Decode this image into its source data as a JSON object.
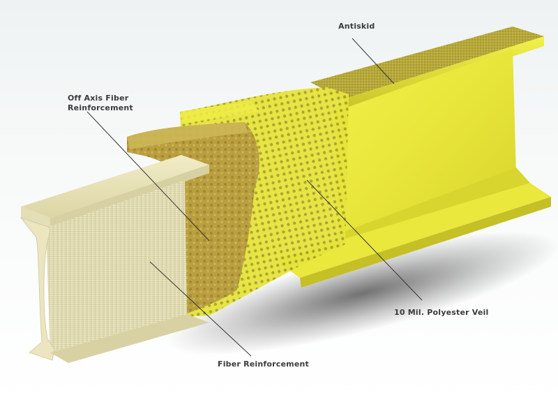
{
  "diagram": {
    "labels": {
      "antiskid": "Antiskid",
      "off_axis_line1": "Off Axis Fiber",
      "off_axis_line2": "Reinforcement",
      "polyester_veil": "10 Mil. Polyester Veil",
      "fiber_reinforcement": "Fiber Reinforcement"
    },
    "colors": {
      "resin_yellow": "#e9e83a",
      "resin_yellow_dark": "#b9b524",
      "antiskid_grit": "#b2a53c",
      "off_axis_mat": "#b59a3d",
      "fiber_core": "#e8e2b6",
      "background_fade": "#eef2f2",
      "callout_line": "#333333"
    }
  }
}
